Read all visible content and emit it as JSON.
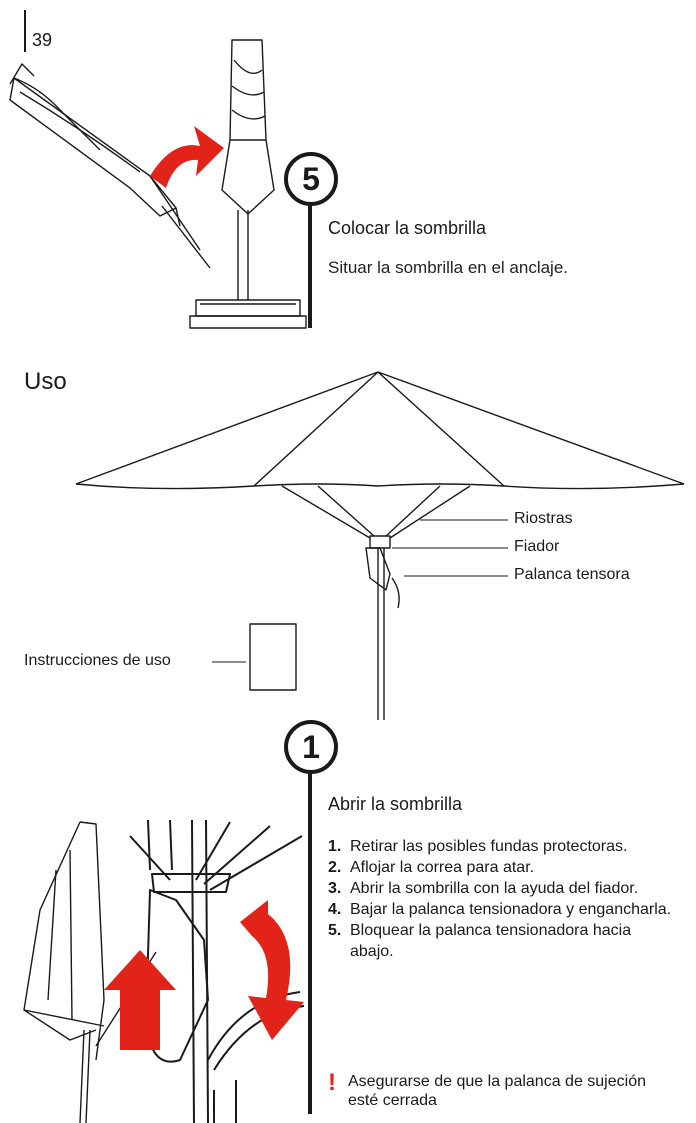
{
  "page_number": "39",
  "step5": {
    "number": "5",
    "title": "Colocar la sombrilla",
    "text": "Situar la sombrilla en el anclaje."
  },
  "section_title": "Uso",
  "diagram_labels": {
    "riostras": "Riostras",
    "fiador": "Fiador",
    "palanca": "Palanca tensora",
    "instrucciones": "Instrucciones de uso"
  },
  "step1": {
    "number": "1",
    "title": "Abrir la sombrilla",
    "items": [
      {
        "n": "1.",
        "text": "Retirar las posibles fundas protectoras."
      },
      {
        "n": "2.",
        "text": "Aflojar la correa para atar."
      },
      {
        "n": "3.",
        "text": "Abrir la sombrilla con la ayuda del fiador."
      },
      {
        "n": "4.",
        "text": "Bajar la palanca tensionadora y engancharla."
      },
      {
        "n": "5.",
        "text": "Bloquear la palanca tensionadora hacia abajo."
      }
    ],
    "warning": "Asegurarse de que la palanca de sujeción esté cerrada"
  },
  "colors": {
    "accent": "#e2231a",
    "ink": "#1a1a1a"
  }
}
